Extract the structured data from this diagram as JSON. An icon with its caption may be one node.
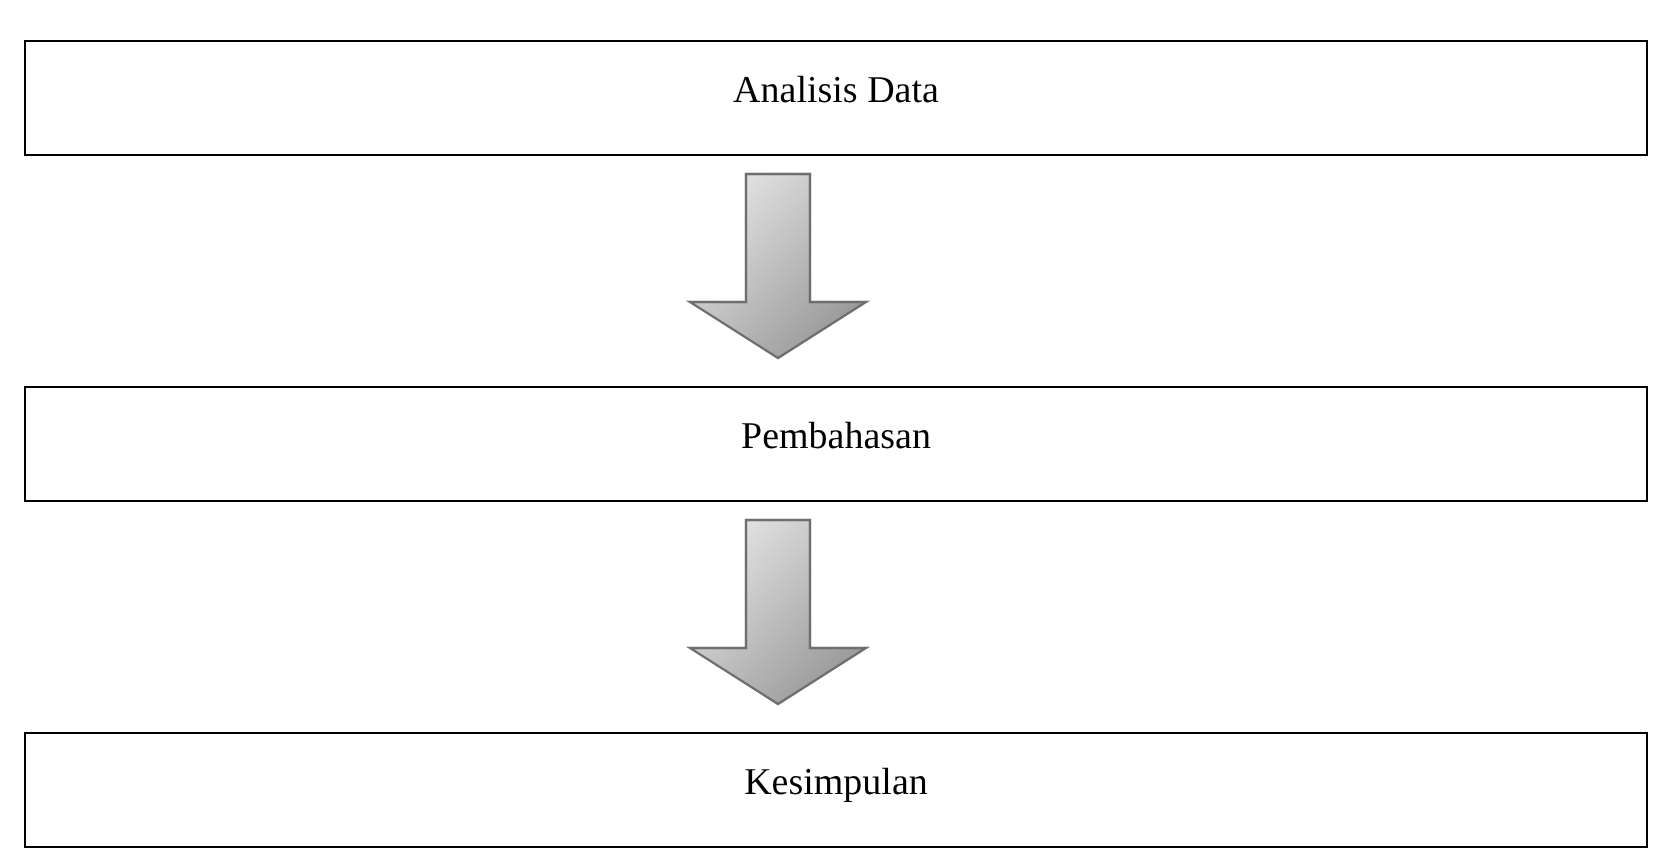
{
  "diagram": {
    "nodes": [
      {
        "text": [
          "Analisis Data"
        ]
      },
      {
        "text": [
          "Pembahasan"
        ]
      },
      {
        "text": [
          "Kesimpulan"
        ]
      }
    ],
    "edges": [
      {
        "from": 0,
        "to": 1,
        "arrow": "to"
      },
      {
        "from": 1,
        "to": 2,
        "arrow": "to"
      }
    ]
  }
}
